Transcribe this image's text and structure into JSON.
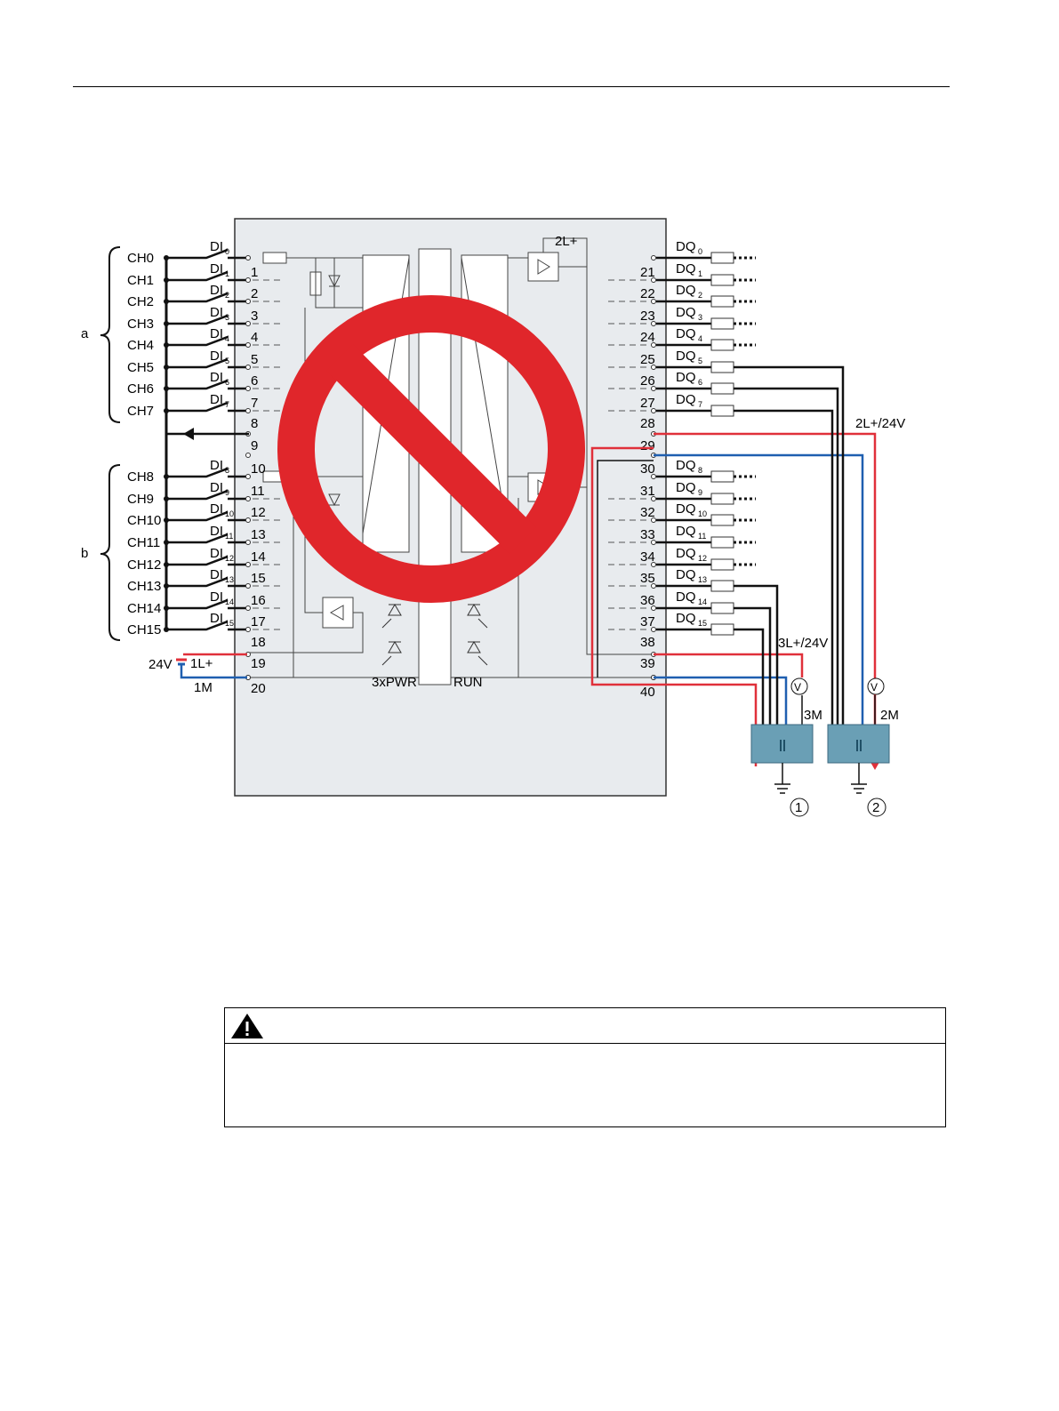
{
  "module": {
    "inputs": [
      {
        "channel": "CH0",
        "di": "DI",
        "sub": "0",
        "terminal": ""
      },
      {
        "channel": "CH1",
        "di": "DI",
        "sub": "1",
        "terminal": "1"
      },
      {
        "channel": "CH2",
        "di": "DI",
        "sub": "2",
        "terminal": "2"
      },
      {
        "channel": "CH3",
        "di": "DI",
        "sub": "3",
        "terminal": "3"
      },
      {
        "channel": "CH4",
        "di": "DI",
        "sub": "4",
        "terminal": "4"
      },
      {
        "channel": "CH5",
        "di": "DI",
        "sub": "5",
        "terminal": "5"
      },
      {
        "channel": "CH6",
        "di": "DI",
        "sub": "6",
        "terminal": "6"
      },
      {
        "channel": "CH7",
        "di": "DI",
        "sub": "7",
        "terminal": "7"
      },
      {
        "channel": "CH8",
        "di": "DI",
        "sub": "8",
        "terminal": "10"
      },
      {
        "channel": "CH9",
        "di": "DI",
        "sub": "9",
        "terminal": "11"
      },
      {
        "channel": "CH10",
        "di": "DI",
        "sub": "10",
        "terminal": "12"
      },
      {
        "channel": "CH11",
        "di": "DI",
        "sub": "11",
        "terminal": "13"
      },
      {
        "channel": "CH12",
        "di": "DI",
        "sub": "12",
        "terminal": "14"
      },
      {
        "channel": "CH13",
        "di": "DI",
        "sub": "13",
        "terminal": "15"
      },
      {
        "channel": "CH14",
        "di": "DI",
        "sub": "14",
        "terminal": "16"
      },
      {
        "channel": "CH15",
        "di": "DI",
        "sub": "15",
        "terminal": "17"
      }
    ],
    "left_extra_terminals": [
      "8",
      "9",
      "18",
      "19",
      "20"
    ],
    "outputs": [
      {
        "dq": "DQ",
        "sub": "0",
        "terminal": ""
      },
      {
        "dq": "DQ",
        "sub": "1",
        "terminal": "21"
      },
      {
        "dq": "DQ",
        "sub": "2",
        "terminal": "22"
      },
      {
        "dq": "DQ",
        "sub": "3",
        "terminal": "23"
      },
      {
        "dq": "DQ",
        "sub": "4",
        "terminal": "24"
      },
      {
        "dq": "DQ",
        "sub": "5",
        "terminal": "25"
      },
      {
        "dq": "DQ",
        "sub": "6",
        "terminal": "26"
      },
      {
        "dq": "DQ",
        "sub": "7",
        "terminal": "27"
      },
      {
        "dq": "DQ",
        "sub": "8",
        "terminal": "30"
      },
      {
        "dq": "DQ",
        "sub": "9",
        "terminal": "31"
      },
      {
        "dq": "DQ",
        "sub": "10",
        "terminal": "32"
      },
      {
        "dq": "DQ",
        "sub": "11",
        "terminal": "33"
      },
      {
        "dq": "DQ",
        "sub": "12",
        "terminal": "34"
      },
      {
        "dq": "DQ",
        "sub": "13",
        "terminal": "35"
      },
      {
        "dq": "DQ",
        "sub": "14",
        "terminal": "36"
      },
      {
        "dq": "DQ",
        "sub": "15",
        "terminal": "37"
      }
    ],
    "right_extra_terminals": [
      "28",
      "29",
      "38",
      "39",
      "40"
    ],
    "group_a": "a",
    "group_b": "b",
    "supply_voltage": "24V",
    "supply_plus": "1L+",
    "supply_minus": "1M",
    "internal_supply": "2L+",
    "led_pwr": "3xPWR",
    "led_run": "RUN",
    "group2_supply": "2L+/24V",
    "group3_supply": "3L+/24V",
    "group2_ground": "2M",
    "group3_ground": "3M",
    "voltmeter": "V",
    "callout1": "1",
    "callout2": "2"
  },
  "colors": {
    "prohibited": "#e0262b",
    "plus_wire": "#e0303a",
    "minus_wire": "#1f5fb0",
    "module_fill": "#e8ebee",
    "load_fill": "#6a9fb5"
  },
  "icons": [
    "prohibited-icon",
    "warning-icon",
    "voltmeter-icon",
    "ground-icon"
  ]
}
